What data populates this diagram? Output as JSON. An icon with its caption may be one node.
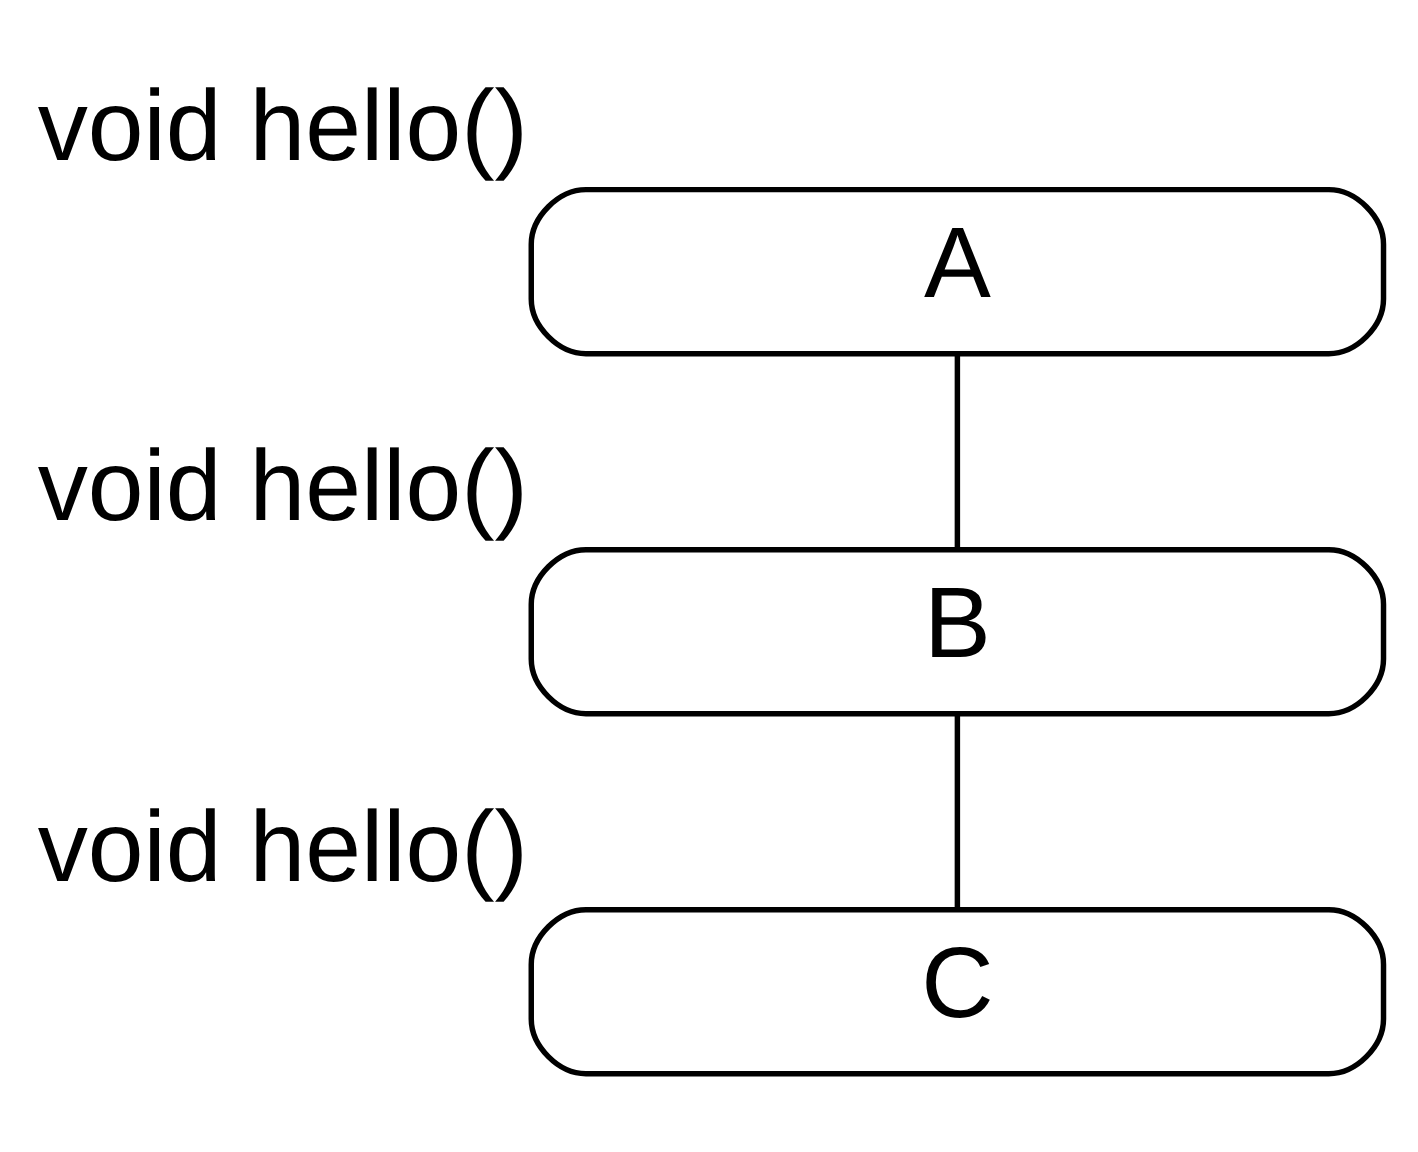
{
  "diagram": {
    "nodes": [
      {
        "text": [
          "A"
        ],
        "beside": [
          "void hello()"
        ]
      },
      {
        "text": [
          "B"
        ],
        "beside": [
          "void hello()"
        ]
      },
      {
        "text": [
          "C"
        ],
        "beside": [
          "void hello()"
        ]
      }
    ],
    "edges": [
      {
        "from": 0,
        "to": 1,
        "arrow": "none"
      },
      {
        "from": 1,
        "to": 2,
        "arrow": "none"
      }
    ]
  }
}
